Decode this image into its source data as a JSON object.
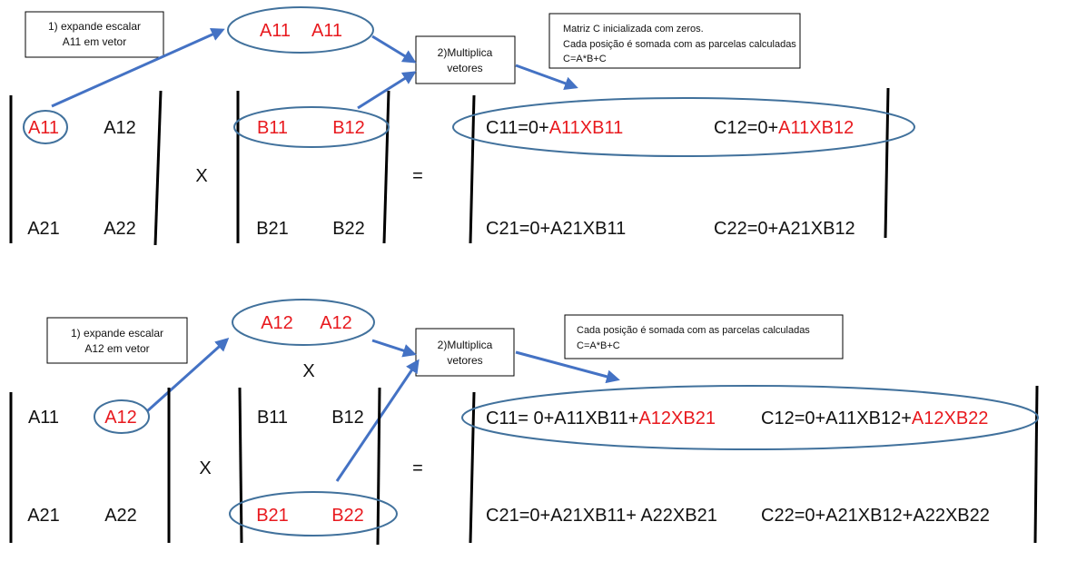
{
  "colors": {
    "text": "#111111",
    "highlight": "#e8191e",
    "arrow": "#4472c4",
    "ellipse": "#41719c",
    "bar": "#000000"
  },
  "top": {
    "step1_box": {
      "line1": "1) expande escalar",
      "line2": "A11 em vetor"
    },
    "expanded_vector": {
      "a": "A11",
      "b": "A11"
    },
    "step2_box": {
      "line1": "2)Multiplica",
      "line2": "vetores"
    },
    "note_box": {
      "line1": "Matriz C inicializada com zeros.",
      "line2": "Cada posição é somada com as parcelas calculadas",
      "line3": "C=A*B+C"
    },
    "matrix_a": {
      "a11": "A11",
      "a12": "A12",
      "a21": "A21",
      "a22": "A22"
    },
    "times": "X",
    "matrix_b": {
      "b11": "B11",
      "b12": "B12",
      "b21": "B21",
      "b22": "B22"
    },
    "equals": "=",
    "matrix_c": {
      "c11_prefix": "C11=0+",
      "c11_term": "A11XB11",
      "c12_prefix": "C12=0+",
      "c12_term": "A11XB12",
      "c21": "C21=0+A21XB11",
      "c22": "C22=0+A21XB12"
    }
  },
  "bottom": {
    "step1_box": {
      "line1": "1) expande escalar",
      "line2": "A12 em vetor"
    },
    "expanded_vector": {
      "a": "A12",
      "b": "A12"
    },
    "small_times": "X",
    "step2_box": {
      "line1": "2)Multiplica",
      "line2": "vetores"
    },
    "note_box": {
      "line1": "Cada posição é somada com as parcelas calculadas",
      "line2": "C=A*B+C"
    },
    "matrix_a": {
      "a11": "A11",
      "a12": "A12",
      "a21": "A21",
      "a22": "A22"
    },
    "times": "X",
    "matrix_b": {
      "b11": "B11",
      "b12": "B12",
      "b21": "B21",
      "b22": "B22"
    },
    "equals": "=",
    "matrix_c": {
      "c11_prefix": "C11= 0+A11XB11+",
      "c11_term": "A12XB21",
      "c12_prefix": "C12=0+A11XB12+",
      "c12_term": "A12XB22",
      "c21": "C21=0+A21XB11+ A22XB21",
      "c22": "C22=0+A21XB12+A22XB22"
    }
  }
}
